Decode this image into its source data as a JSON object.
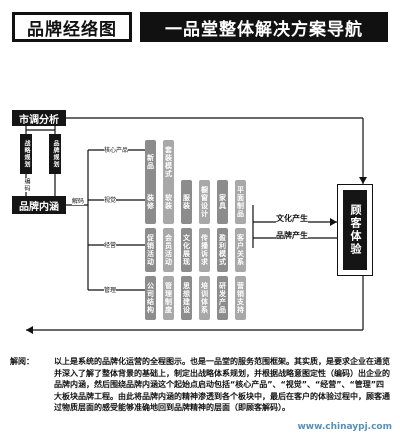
{
  "header": {
    "left_title": "品牌经络图",
    "right_title": "一品堂整体解决方案导航"
  },
  "left": {
    "market_analysis": "市调分析",
    "vertical_a": "战略规划",
    "vertical_b": "品牌规划",
    "coding": "编码",
    "brand_core": "品牌内涵",
    "decode": "解码"
  },
  "rows": [
    {
      "label": "核心产品",
      "cells": [
        "新品",
        "套装模式"
      ]
    },
    {
      "label": "视觉",
      "cells": [
        "装修",
        "软装",
        "服装",
        "橱窗设计",
        "家具",
        "平面制品"
      ]
    },
    {
      "label": "经营",
      "cells": [
        "促销活动",
        "会员活动",
        "文化展现",
        "传播诉求",
        "盈利模式",
        "客户关系"
      ]
    },
    {
      "label": "管理",
      "cells": [
        "公司结构",
        "管理制度",
        "思想建设",
        "培训体系",
        "研发产品",
        "营销支持"
      ]
    }
  ],
  "right": {
    "culture": "文化产生",
    "brand": "品牌产生",
    "experience": "顾客体验"
  },
  "explain": {
    "label": "解阅：",
    "text": "以上是系统的品牌化运营的全程图示。也是一品堂的服务范围框架。其实质，是要求企业在通览并深入了解了整体背景的基础上，制定出战略体系规划，并根据战略意图定性（编码）出企业的品牌内涵，然后围绕品牌内涵这个起始点启动包括“核心产品”、“视觉”、“经营”、“管理”四大板块品牌工程。由此将品牌内涵的精神渗透到各个板块中，最后在客户的体验过程中，顾客通过物质层面的感受能够准确地回到品牌精神的层面（即顾客解码）。"
  },
  "watermark": "www.chinaypj.com",
  "colors": {
    "cell_light": "#a8a8a8",
    "cell_mid": "#8c8c8c",
    "dark": "#151515"
  }
}
